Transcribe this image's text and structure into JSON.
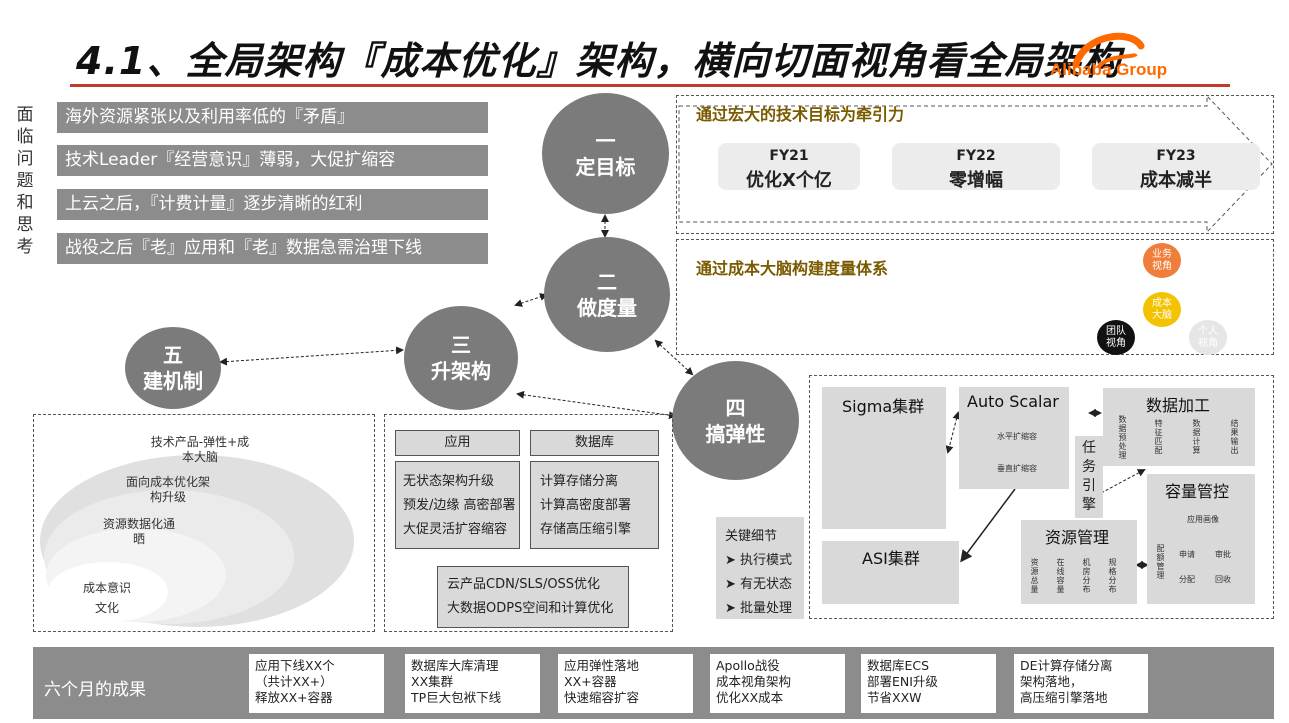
{
  "title": "4.1、全局架构『成本优化』架构，横向切面视角看全局架构",
  "logo_text": "Alibaba Group",
  "side_label": [
    "面",
    "临",
    "问",
    "题",
    "和",
    "思",
    "考"
  ],
  "problems": [
    "海外资源紧张以及利用率低的『矛盾』",
    "技术Leader『经营意识』薄弱，大促扩缩容",
    "上云之后，『计费计量』逐步清晰的红利",
    "战役之后『老』应用和『老』数据急需治理下线"
  ],
  "circles": {
    "c1": {
      "num": "一",
      "label": "定目标"
    },
    "c2": {
      "num": "二",
      "label": "做度量"
    },
    "c3": {
      "num": "三",
      "label": "升架构"
    },
    "c4": {
      "num": "四",
      "label": "搞弹性"
    },
    "c5": {
      "num": "五",
      "label": "建机制"
    }
  },
  "goal": {
    "title": "通过宏大的技术目标为牵引力",
    "fy": [
      {
        "year": "FY21",
        "text": "优化X个亿"
      },
      {
        "year": "FY22",
        "text": "零增幅"
      },
      {
        "year": "FY23",
        "text": "成本减半"
      }
    ]
  },
  "measure": {
    "title": "通过成本大脑构建度量体系",
    "orbs": {
      "business": [
        "业务",
        "视角"
      ],
      "brain": [
        "成本",
        "大脑"
      ],
      "team": [
        "团队",
        "视角"
      ],
      "personal": [
        "个人",
        "视角"
      ]
    }
  },
  "mechanism": {
    "l1": [
      "技术产品-弹性+成",
      "本大脑"
    ],
    "l2": [
      "面向成本优化架",
      "构升级"
    ],
    "l3": [
      "资源数据化通",
      "晒"
    ],
    "l4": [
      "成本意识",
      "文化"
    ]
  },
  "arch": {
    "app_header": "应用",
    "db_header": "数据库",
    "app_items": [
      "无状态架构升级",
      "预发/边缘 高密部署",
      "大促灵活扩容缩容"
    ],
    "db_items": [
      "计算存储分离",
      "计算高密度部署",
      "存储高压缩引擎"
    ],
    "cloud_items": [
      "云产品CDN/SLS/OSS优化",
      "大数据ODPS空间和计算优化"
    ]
  },
  "elastic": {
    "sigma": "Sigma集群",
    "auto_scalar": "Auto Scalar",
    "auto_items": [
      "水平扩缩容",
      "垂直扩缩容"
    ],
    "asi": "ASI集群",
    "task_engine": [
      "任",
      "务",
      "引",
      "擎"
    ],
    "data_proc": "数据加工",
    "data_cols": [
      "数据预处理",
      "特征匹配",
      "数据计算",
      "结果输出"
    ],
    "capacity": "容量管控",
    "cap_sub": "应用画像",
    "cap_left": "配额管理",
    "cap_grid": [
      "申请",
      "审批",
      "分配",
      "回收"
    ],
    "resource": "资源管理",
    "res_cols": [
      "资源总量",
      "在线容量",
      "机房分布",
      "规格分布"
    ],
    "key_details": [
      "关键细节",
      "➤ 执行模式",
      "➤ 有无状态",
      "➤ 批量处理"
    ]
  },
  "results": {
    "label": "六个月的成果",
    "items": [
      [
        "应用下线XX个",
        "（共计XX+）",
        "释放XX+容器"
      ],
      [
        "数据库大库清理",
        "XX集群",
        "TP巨大包袱下线"
      ],
      [
        "应用弹性落地",
        "XX+容器",
        "快速缩容扩容"
      ],
      [
        "Apollo战役",
        "成本视角架构",
        "优化XX成本"
      ],
      [
        "数据库ECS",
        "部署ENI升级",
        "节省XXW"
      ],
      [
        "DE计算存储分离",
        "架构落地，",
        "高压缩引擎落地"
      ]
    ]
  },
  "colors": {
    "accent_red": "#c0392b",
    "gray": "#8c8c8c",
    "circle_gray": "#7b7b7b",
    "orange": "#ff6a00",
    "gold_text": "#7a5b00"
  }
}
